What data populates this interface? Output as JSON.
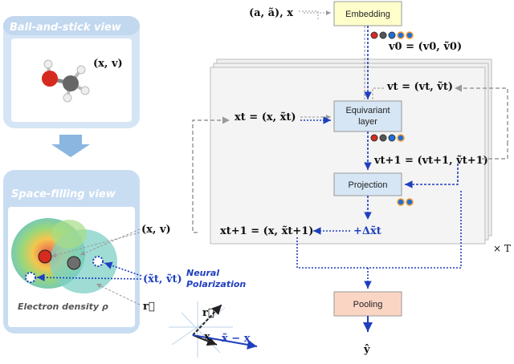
{
  "left": {
    "top_panel_title": "Ball-and-stick view",
    "top_panel_math": "(x, v)",
    "bottom_panel_title": "Space-filling view",
    "bottom_panel_math": "(x, v)",
    "polarized_math": "(x̃t, ṽt)",
    "neural_polarization_line1": "Neural",
    "neural_polarization_line2": "Polarization",
    "electron_density": "Electron density ρ",
    "r_vec": "r⃗",
    "axes_r": "r⃗",
    "axes_x": "x",
    "axes_diff": "x̃ − x"
  },
  "diagram": {
    "input_label": "(a, ã), x",
    "embedding": "Embedding",
    "v0_label": "v0 = (v0, ṽ0)",
    "vt_label": "vt = (vt, ṽt)",
    "xt_label": "xt = (x, x̃t)",
    "equivariant_line1": "Equivariant",
    "equivariant_line2": "layer",
    "vt1_label": "vt+1 = (vt+1, ṽt+1)",
    "projection": "Projection",
    "delta_label": "+Δx̃t",
    "xt1_label": "xt+1 = (x, x̃t+1)",
    "times_T": "× T",
    "pooling": "Pooling",
    "output": "ŷ"
  },
  "colors": {
    "embedding_fill": "#ffffcc",
    "layer_fill": "#d6e6f5",
    "pooling_fill": "#fbd5c4",
    "panel_bg": "#c9ddf2",
    "accent_blue": "#1f3fbf"
  }
}
